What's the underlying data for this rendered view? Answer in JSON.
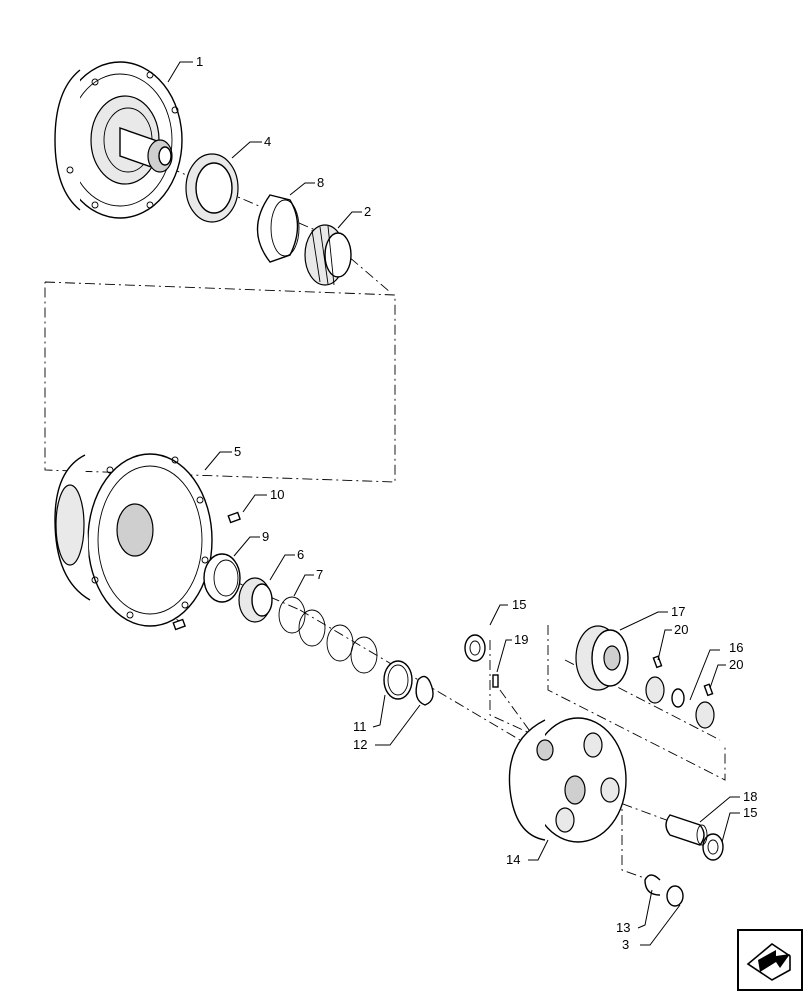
{
  "callouts": [
    {
      "id": "c1",
      "text": "1"
    },
    {
      "id": "c2",
      "text": "2"
    },
    {
      "id": "c3",
      "text": "3"
    },
    {
      "id": "c4",
      "text": "4"
    },
    {
      "id": "c5",
      "text": "5"
    },
    {
      "id": "c6",
      "text": "6"
    },
    {
      "id": "c7",
      "text": "7"
    },
    {
      "id": "c8",
      "text": "8"
    },
    {
      "id": "c9",
      "text": "9"
    },
    {
      "id": "c10",
      "text": "10"
    },
    {
      "id": "c11",
      "text": "11"
    },
    {
      "id": "c12",
      "text": "12"
    },
    {
      "id": "c13",
      "text": "13"
    },
    {
      "id": "c14",
      "text": "14"
    },
    {
      "id": "c15a",
      "text": "15"
    },
    {
      "id": "c15b",
      "text": "15"
    },
    {
      "id": "c16",
      "text": "16"
    },
    {
      "id": "c17",
      "text": "17"
    },
    {
      "id": "c18",
      "text": "18"
    },
    {
      "id": "c19",
      "text": "19"
    },
    {
      "id": "c20a",
      "text": "20"
    },
    {
      "id": "c20b",
      "text": "20"
    }
  ],
  "nav_icon": "next-page-arrow-icon"
}
